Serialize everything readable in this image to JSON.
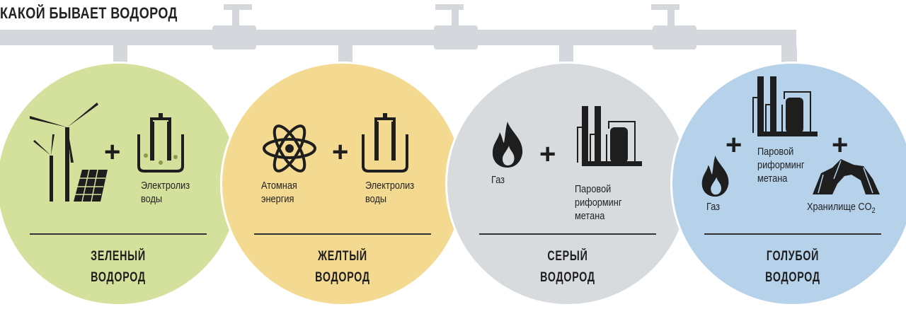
{
  "title": "КАКОЙ БЫВАЕТ ВОДОРОД",
  "types": [
    {
      "name1": "ЗЕЛЕНЫЙ",
      "name2": "ВОДОРОД",
      "color": "#d4e19c",
      "items": [
        "Электролиз",
        "воды"
      ]
    },
    {
      "name1": "ЖЕЛТЫЙ",
      "name2": "ВОДОРОД",
      "color": "#f4d991",
      "items": [
        "Атомная",
        "энергия",
        "Электролиз",
        "воды"
      ]
    },
    {
      "name1": "СЕРЫЙ",
      "name2": "ВОДОРОД",
      "color": "#d8dbde",
      "items": [
        "Газ",
        "Паровой",
        "риформинг",
        "метана"
      ]
    },
    {
      "name1": "ГОЛУБОЙ",
      "name2": "ВОДОРОД",
      "color": "#b5d2ea",
      "items": [
        "Газ",
        "Паровой",
        "риформинг",
        "метана",
        "Хранилище CO",
        "2"
      ]
    }
  ],
  "plus": "+"
}
